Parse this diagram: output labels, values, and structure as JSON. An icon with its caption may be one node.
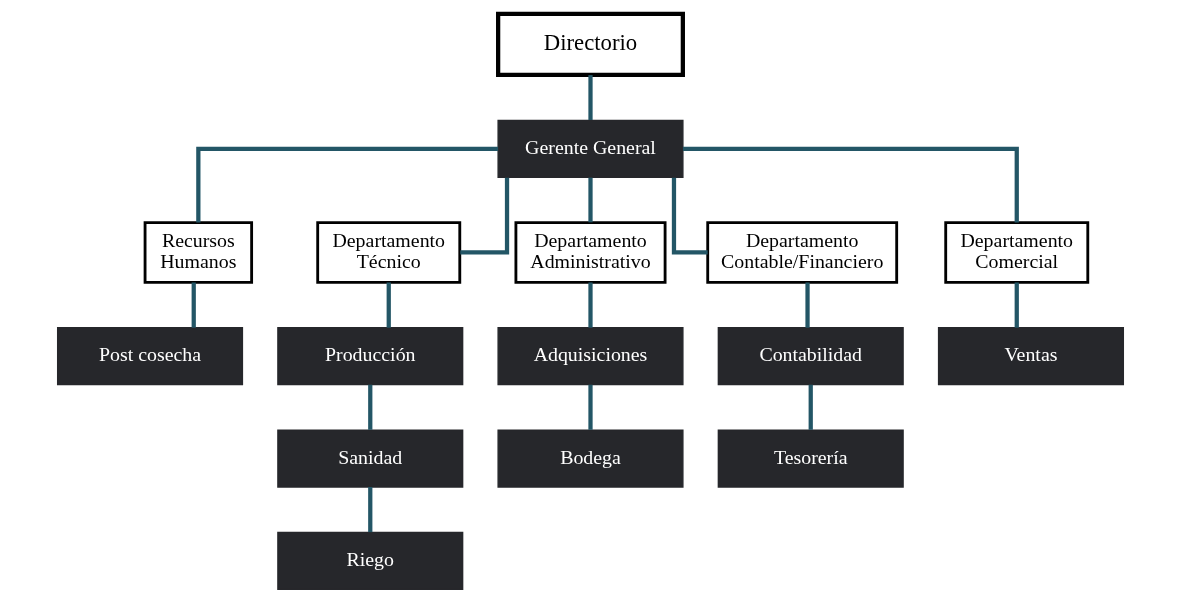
{
  "diagram": {
    "nodes": [
      {
        "text": [
          "Directorio"
        ]
      },
      {
        "text": [
          "Gerente General"
        ]
      },
      {
        "text": [
          "Recursos Humanos"
        ]
      },
      {
        "text": [
          "Departamento Técnico"
        ]
      },
      {
        "text": [
          "Departamento Administrativo"
        ]
      },
      {
        "text": [
          "Departamento Contable/Financiero"
        ]
      },
      {
        "text": [
          "Departamento Comercial"
        ]
      },
      {
        "text": [
          "Post cosecha"
        ]
      },
      {
        "text": [
          "Producción"
        ]
      },
      {
        "text": [
          "Sanidad"
        ]
      },
      {
        "text": [
          "Riego"
        ]
      },
      {
        "text": [
          "Adquisiciones"
        ]
      },
      {
        "text": [
          "Bodega"
        ]
      },
      {
        "text": [
          "Contabilidad"
        ]
      },
      {
        "text": [
          "Tesorería"
        ]
      },
      {
        "text": [
          "Ventas"
        ]
      }
    ],
    "edges": [
      {
        "from": 0,
        "to": 1,
        "arrow": "none"
      },
      {
        "from": 1,
        "to": 2,
        "arrow": "none"
      },
      {
        "from": 1,
        "to": 3,
        "arrow": "none"
      },
      {
        "from": 1,
        "to": 4,
        "arrow": "none"
      },
      {
        "from": 1,
        "to": 5,
        "arrow": "none"
      },
      {
        "from": 1,
        "to": 6,
        "arrow": "none"
      },
      {
        "from": 2,
        "to": 7,
        "arrow": "none"
      },
      {
        "from": 3,
        "to": 8,
        "arrow": "none"
      },
      {
        "from": 8,
        "to": 9,
        "arrow": "none"
      },
      {
        "from": 9,
        "to": 10,
        "arrow": "none"
      },
      {
        "from": 4,
        "to": 11,
        "arrow": "none"
      },
      {
        "from": 11,
        "to": 12,
        "arrow": "none"
      },
      {
        "from": 5,
        "to": 13,
        "arrow": "none"
      },
      {
        "from": 13,
        "to": 14,
        "arrow": "none"
      },
      {
        "from": 6,
        "to": 15,
        "arrow": "none"
      }
    ]
  }
}
